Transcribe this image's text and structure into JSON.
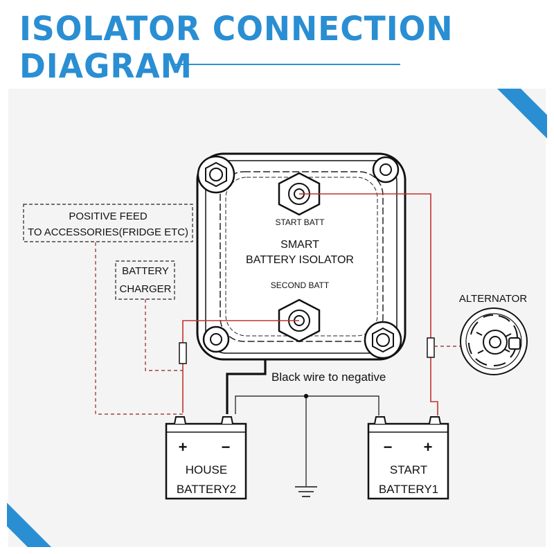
{
  "title": {
    "line1": "ISOLATOR CONNECTION",
    "line2": "DIAGRAM"
  },
  "isolator": {
    "start_batt": "START BATT",
    "name_line1": "SMART",
    "name_line2": "BATTERY ISOLATOR",
    "second_batt": "SECOND BATT"
  },
  "labels": {
    "positive_feed_line1": "POSITIVE FEED",
    "positive_feed_line2": "TO ACCESSORIES(FRIDGE ETC)",
    "charger_line1": "BATTERY",
    "charger_line2": "CHARGER",
    "alternator": "ALTERNATOR",
    "black_wire": "Black wire to negative"
  },
  "house_battery": {
    "plus": "+",
    "minus": "−",
    "line1": "HOUSE",
    "line2": "BATTERY2"
  },
  "start_battery": {
    "minus": "−",
    "plus": "+",
    "line1": "START",
    "line2": "BATTERY1"
  },
  "colors": {
    "title": "#2a8ed3",
    "panel": "#f4f4f4",
    "accent": "#2a8ed3",
    "wire_red": "#c0322d",
    "wire_dashed": "#a04040",
    "wire_black": "#111111"
  }
}
